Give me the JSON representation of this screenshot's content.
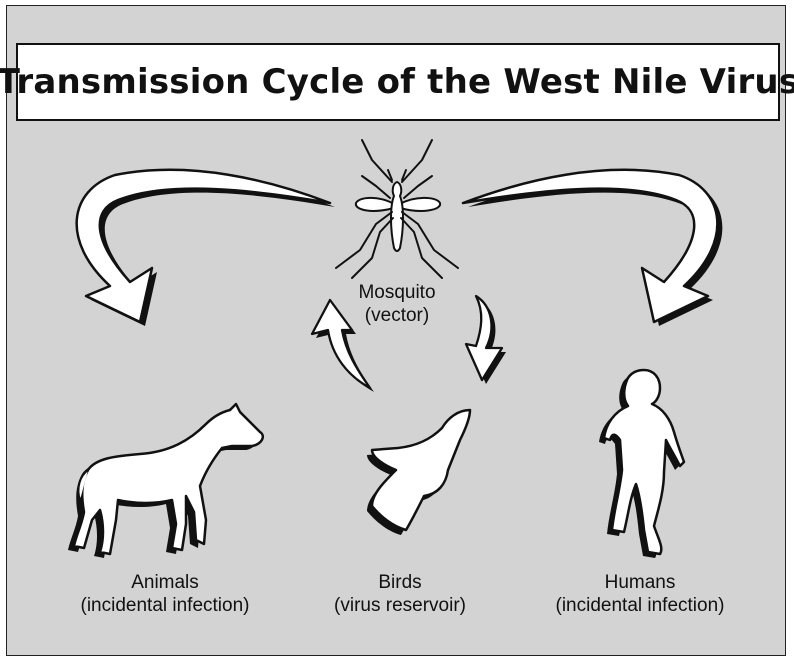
{
  "title": "Transmission Cycle of the West Nile Virus",
  "nodes": {
    "mosquito": {
      "name": "Mosquito",
      "role": "(vector)"
    },
    "animals": {
      "name": "Animals",
      "role": "(incidental infection)"
    },
    "birds": {
      "name": "Birds",
      "role": "(virus reservoir)"
    },
    "humans": {
      "name": "Humans",
      "role": "(incidental infection)"
    }
  },
  "colors": {
    "background": "#d3d3d3",
    "outline": "#111111",
    "fill": "#ffffff"
  },
  "icons": [
    "mosquito-icon",
    "horse-icon",
    "bird-icon",
    "human-runner-icon"
  ]
}
